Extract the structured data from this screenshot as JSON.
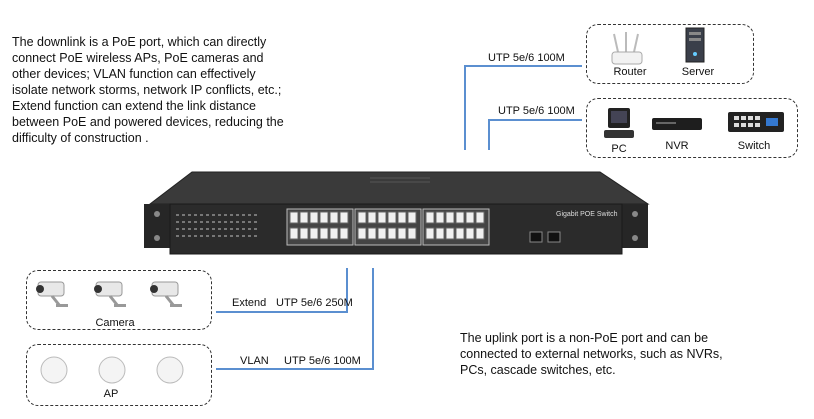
{
  "downlink_description": "The downlink is a PoE port, which can directly\nconnect PoE wireless APs, PoE cameras and\nother devices; VLAN function can effectively\nisolate network storms, network IP conflicts, etc.;\nExtend function can extend the link distance\nbetween PoE and powered devices, reducing the\ndifficulty of construction .",
  "uplink_description": "The uplink port is a non-PoE port and can be\nconnected to external networks, such as NVRs,\nPCs, cascade switches, etc.",
  "uplink_groups": [
    {
      "cable_label": "UTP 5e/6  100M",
      "devices": [
        {
          "name": "Router",
          "icon": "router-icon"
        },
        {
          "name": "Server",
          "icon": "server-icon"
        }
      ]
    },
    {
      "cable_label": "UTP 5e/6  100M",
      "devices": [
        {
          "name": "PC",
          "icon": "pc-icon"
        },
        {
          "name": "NVR",
          "icon": "nvr-icon"
        },
        {
          "name": "Switch",
          "icon": "switch-icon"
        }
      ]
    }
  ],
  "downlink_groups": [
    {
      "mode": "Extend",
      "cable_label": "UTP 5e/6  250M",
      "device_label": "Camera",
      "icon": "camera-icon"
    },
    {
      "mode": "VLAN",
      "cable_label": "UTP 5e/6  100M",
      "device_label": "AP",
      "icon": "access-point-icon"
    }
  ],
  "switch": {
    "label": "Gigabit POE Switch",
    "port_rows": 2,
    "ports_per_block_row": 6,
    "rj45_blocks": 3,
    "sfp_ports": 2
  },
  "colors": {
    "connector_line": "#5b8fd0",
    "dashed_border": "#333333",
    "switch_body": "#2b2b2b"
  }
}
